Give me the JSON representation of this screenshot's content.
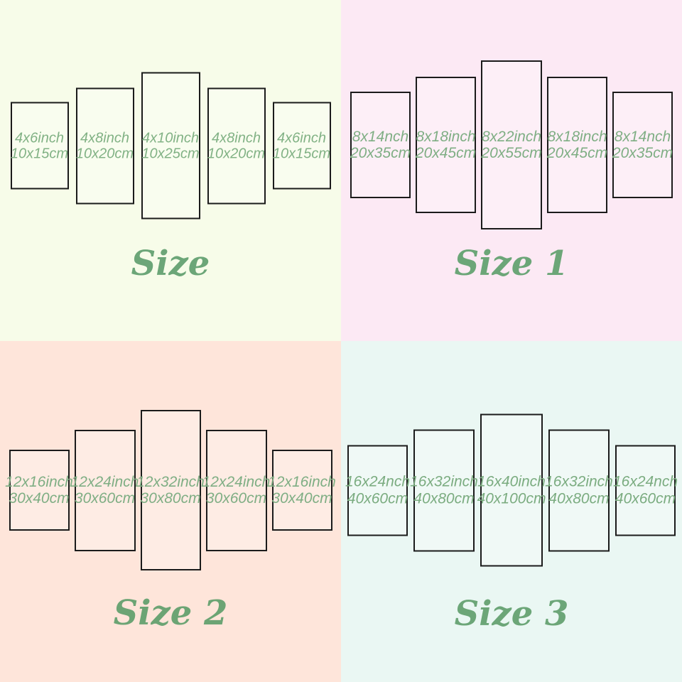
{
  "border_color": "#1b1b1b",
  "quadrants": [
    {
      "title": "Size",
      "bg": "#f7fce9",
      "label_color": "#82b285",
      "title_color": "#6ca678",
      "panels": [
        {
          "inch": "4x6inch",
          "cm": "10x15cm"
        },
        {
          "inch": "4x8inch",
          "cm": "10x20cm"
        },
        {
          "inch": "4x10inch",
          "cm": "10x25cm"
        },
        {
          "inch": "4x8inch",
          "cm": "10x20cm"
        },
        {
          "inch": "4x6inch",
          "cm": "10x15cm"
        }
      ]
    },
    {
      "title": "Size 1",
      "bg": "#fce9f4",
      "label_color": "#7fae84",
      "title_color": "#6ca678",
      "panels": [
        {
          "inch": "8x14nch",
          "cm": "20x35cm"
        },
        {
          "inch": "8x18inch",
          "cm": "20x45cm"
        },
        {
          "inch": "8x22inch",
          "cm": "20x55cm"
        },
        {
          "inch": "8x18inch",
          "cm": "20x45cm"
        },
        {
          "inch": "8x14nch",
          "cm": "20x35cm"
        }
      ]
    },
    {
      "title": "Size 2",
      "bg": "#fee5da",
      "label_color": "#7fae84",
      "title_color": "#6ca474",
      "panels": [
        {
          "inch": "12x16inch",
          "cm": "30x40cm"
        },
        {
          "inch": "12x24inch",
          "cm": "30x60cm"
        },
        {
          "inch": "12x32inch",
          "cm": "30x80cm"
        },
        {
          "inch": "12x24inch",
          "cm": "30x60cm"
        },
        {
          "inch": "12x16inch",
          "cm": "30x40cm"
        }
      ]
    },
    {
      "title": "Size 3",
      "bg": "#eaf7f3",
      "label_color": "#7bac80",
      "title_color": "#6ca678",
      "panels": [
        {
          "inch": "16x24nch",
          "cm": "40x60cm"
        },
        {
          "inch": "16x32inch",
          "cm": "40x80cm"
        },
        {
          "inch": "16x40inch",
          "cm": "40x100cm"
        },
        {
          "inch": "16x32inch",
          "cm": "40x80cm"
        },
        {
          "inch": "16x24nch",
          "cm": "40x60cm"
        }
      ]
    }
  ]
}
